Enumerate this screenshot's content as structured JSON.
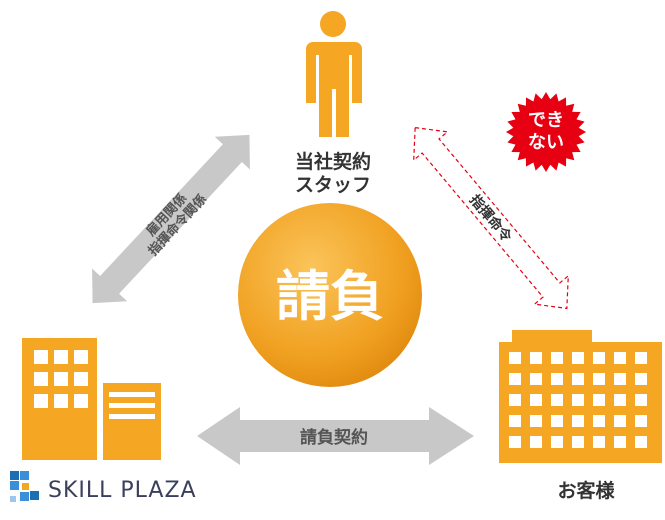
{
  "staff_label_line1": "当社契約",
  "staff_label_line2": "スタッフ",
  "center_label": "請負",
  "left_arrow_line1": "雇用関係",
  "left_arrow_line2": "指揮命令関係",
  "right_arrow_label": "指揮命令",
  "bottom_arrow_label": "請負契約",
  "client_label": "お客様",
  "badge_line1": "でき",
  "badge_line2": "ない",
  "brand_name": "SKILL PLAZA",
  "colors": {
    "orange": "#f5a623",
    "gray_arrow": "#c8c8c8",
    "red_badge": "#e60012",
    "dashed_red": "#e60012",
    "text_dark": "#333333",
    "brand_blue": "#1a6fb5"
  },
  "icons": [
    "person-icon",
    "company-building-icon",
    "client-building-icon",
    "skill-plaza-logo-icon"
  ]
}
